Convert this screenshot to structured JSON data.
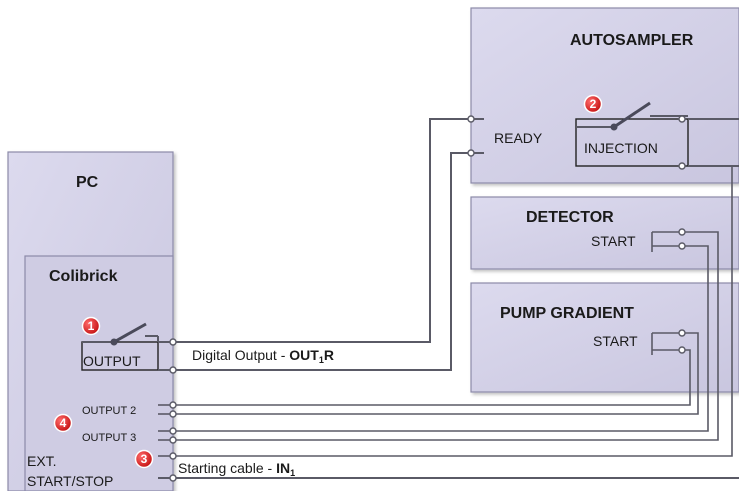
{
  "components": {
    "autosampler": {
      "title": "AUTOSAMPLER",
      "ready": "READY",
      "injection": "INJECTION"
    },
    "detector": {
      "title": "DETECTOR",
      "start": "START"
    },
    "pump": {
      "title": "PUMP GRADIENT",
      "start": "START"
    },
    "pc": {
      "title": "PC"
    },
    "colibrick": {
      "title": "Colibrick",
      "output": "OUTPUT",
      "output2": "OUTPUT 2",
      "output3": "OUTPUT 3",
      "ext1": "EXT.",
      "ext2": "START/STOP"
    }
  },
  "cables": {
    "digital_output": {
      "prefix": "Digital Output - ",
      "main": "OUT",
      "sub": "1",
      "suffix": "R"
    },
    "starting_cable": {
      "prefix": "Starting cable - ",
      "main": "IN",
      "sub": "1"
    }
  },
  "badges": [
    "1",
    "2",
    "3",
    "4"
  ],
  "colors": {
    "box_fill": "#d4d2e6",
    "box_stroke": "#8c8aa8",
    "badge": "#d81e1e",
    "wire": "#5a5a66"
  }
}
